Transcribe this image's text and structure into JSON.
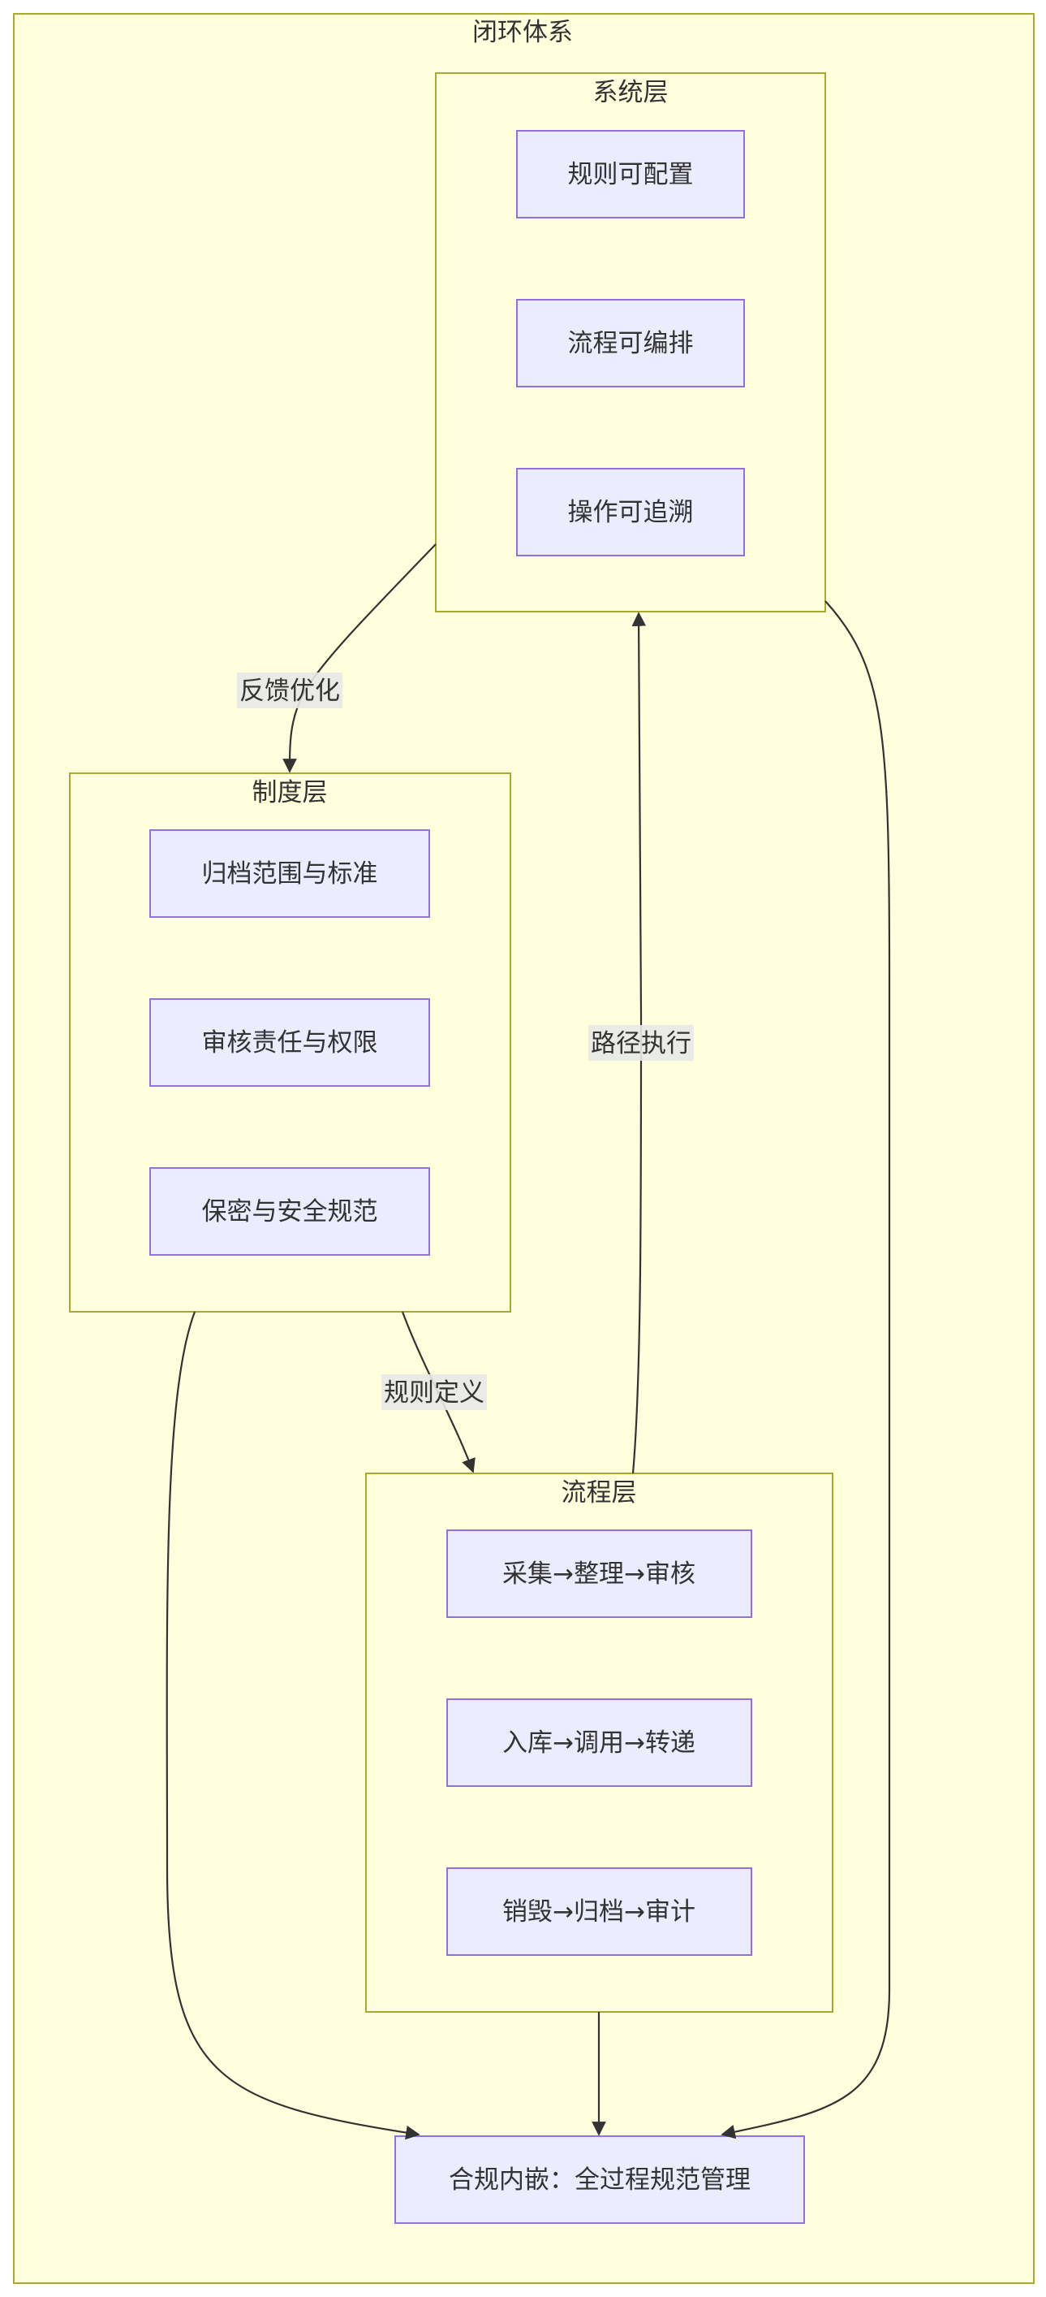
{
  "diagram": {
    "title": "闭环体系",
    "clusters": {
      "system": {
        "title": "系统层",
        "nodes": [
          "规则可配置",
          "流程可编排",
          "操作可追溯"
        ]
      },
      "policy": {
        "title": "制度层",
        "nodes": [
          "归档范围与标准",
          "审核责任与权限",
          "保密与安全规范"
        ]
      },
      "process": {
        "title": "流程层",
        "nodes": [
          "采集→整理→审核",
          "入库→调用→转递",
          "销毁→归档→审计"
        ]
      }
    },
    "compliance_node": "合规内嵌：全过程规范管理",
    "edge_labels": {
      "feedback": "反馈优化",
      "path_exec": "路径执行",
      "rule_def": "规则定义"
    },
    "colors": {
      "cluster_fill": "#ffffde",
      "cluster_stroke": "#aaaa33",
      "node_fill": "#ececff",
      "node_stroke": "#9370db",
      "edge": "#333333",
      "text": "#333333"
    }
  }
}
